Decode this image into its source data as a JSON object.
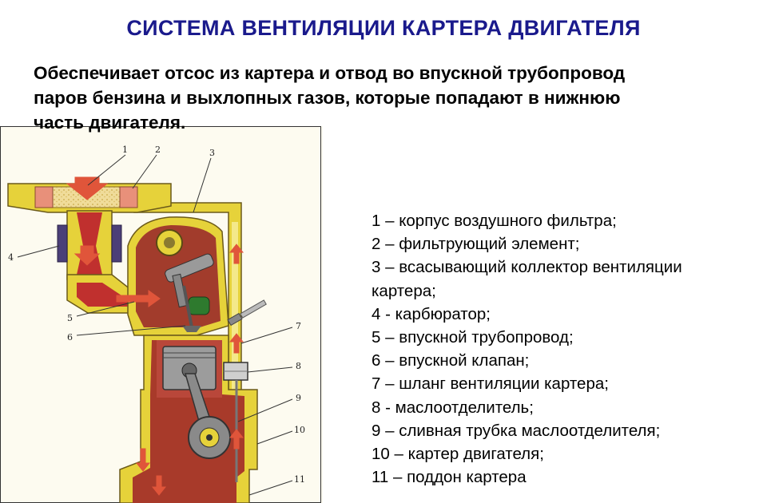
{
  "title": "СИСТЕМА ВЕНТИЛЯЦИИ КАРТЕРА ДВИГАТЕЛЯ",
  "intro": [
    "Обеспечивает отсос из картера и отвод во впускной трубопровод",
    "паров бензина и выхлопных газов, которые попадают в нижнюю",
    "часть двигателя."
  ],
  "callouts": [
    "1",
    "2",
    "3",
    "4",
    "5",
    "6",
    "7",
    "8",
    "9",
    "10",
    "11"
  ],
  "legend": [
    "1 – корпус воздушного фильтра;",
    "2 – фильтрующий элемент;",
    "3 – всасывающий коллектор вентиляции",
    "картера;",
    "4 - карбюратор;",
    "5 – впускной трубопровод;",
    "6 – впускной клапан;",
    "7 – шланг вентиляции картера;",
    "8 - маслоотделитель;",
    "9 – сливная трубка маслоотделителя;",
    "10 – картер двигателя;",
    "11 – поддон картера"
  ],
  "colors": {
    "title": "#1a1a8c",
    "housing_yellow": "#e6d23a",
    "crankcase_red": "#c0302e",
    "filter_pink": "#e8907a",
    "carburetor_purple": "#4b3f78",
    "flow_arrow": "#e0553a"
  }
}
